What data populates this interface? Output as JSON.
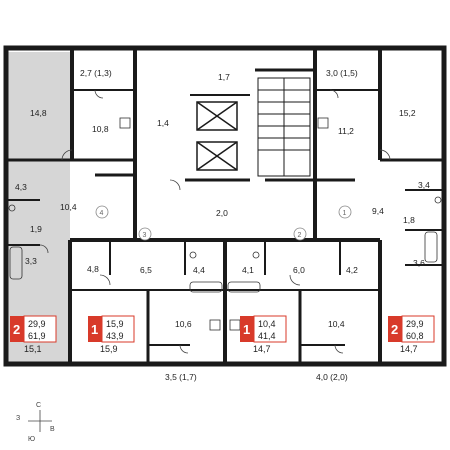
{
  "rooms": {
    "r_14_8": "14,8",
    "r_2_7": "2,7 (1,3)",
    "r_10_8": "10,8",
    "r_1_7": "1,7",
    "r_1_4": "1,4",
    "r_3_0": "3,0 (1,5)",
    "r_15_2": "15,2",
    "r_11_2": "11,2",
    "r_4_3": "4,3",
    "r_10_4_left": "10,4",
    "r_1_9": "1,9",
    "r_3_3": "3,3",
    "r_2_0": "2,0",
    "r_9_4": "9,4",
    "r_3_4": "3,4",
    "r_1_8": "1,8",
    "r_3_6": "3,6",
    "r_4_8": "4,8",
    "r_6_5": "6,5",
    "r_4_4": "4,4",
    "r_4_1": "4,1",
    "r_6_0": "6,0",
    "r_4_2": "4,2",
    "r_10_6": "10,6",
    "r_10_4_right": "10,4",
    "r_3_5": "3,5 (1,7)",
    "r_4_0": "4,0 (2,0)",
    "r_15_1": "15,1",
    "r_15_9": "15,9",
    "r_14_7_a": "14,7",
    "r_14_7_b": "14,7"
  },
  "stairs": [
    "4",
    "3",
    "2",
    "1"
  ],
  "apartments": [
    {
      "rooms": "2",
      "living": "29,9",
      "total": "61,9",
      "color": "#d83a2a"
    },
    {
      "rooms": "1",
      "living": "15,9",
      "total": "43,9",
      "color": "#d83a2a"
    },
    {
      "rooms": "1",
      "living": "10,4",
      "total": "41,4",
      "color": "#d83a2a"
    },
    {
      "rooms": "2",
      "living": "29,9",
      "total": "60,8",
      "color": "#d83a2a"
    }
  ],
  "compass": {
    "n": "С",
    "s": "Ю",
    "w": "З",
    "e": "В"
  },
  "colors": {
    "wall": "#1a1a1a",
    "highlight": "#d6d6d6",
    "accent": "#d83a2a"
  }
}
